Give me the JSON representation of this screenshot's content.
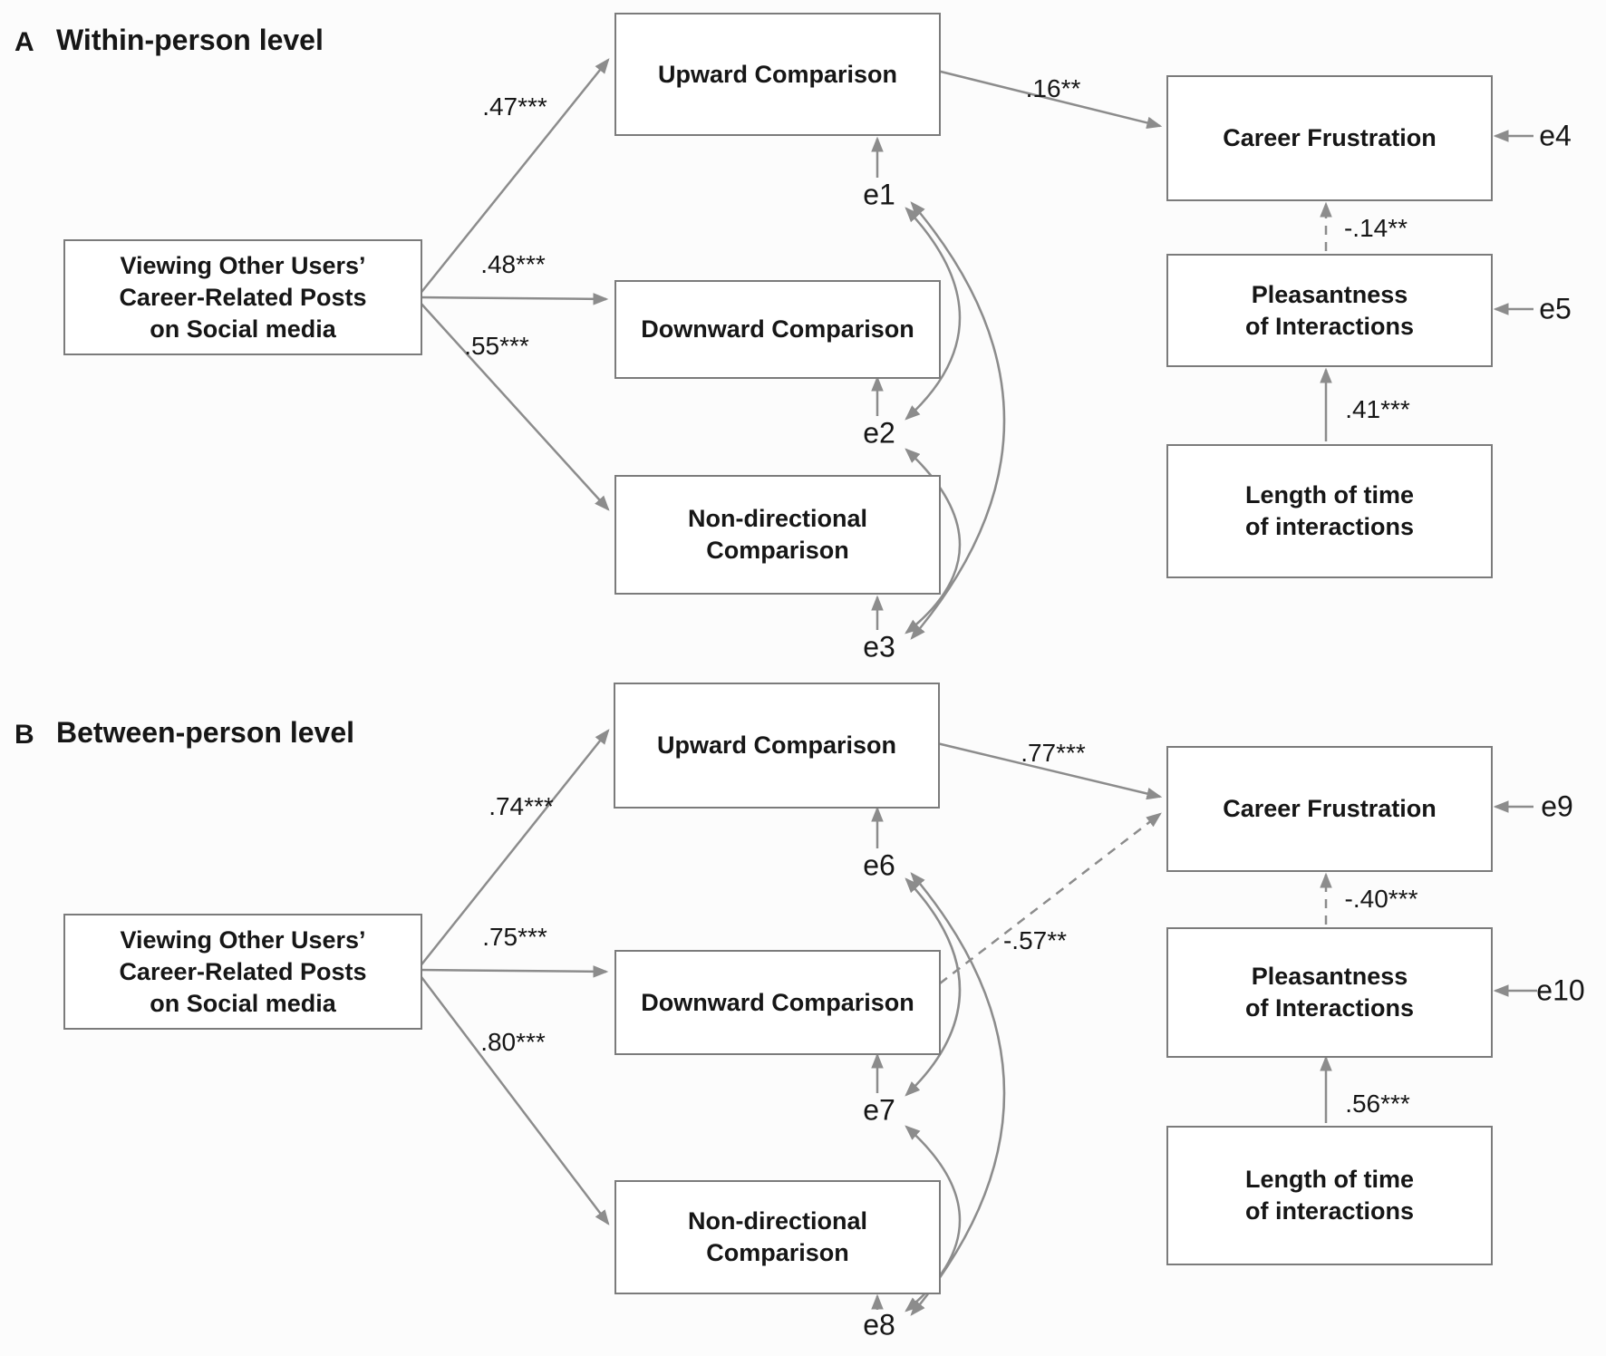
{
  "colors": {
    "wire": "#8c8c8c",
    "box_border": "#7b7b7b",
    "text": "#161616",
    "background": "#fcfcfc"
  },
  "panel_a": {
    "label": "A",
    "title": "Within-person level",
    "predictor_box": {
      "lines": [
        "Viewing Other Users’",
        "Career-Related Posts",
        "on Social media"
      ]
    },
    "upward_box": "Upward Comparison",
    "downward_box": "Downward Comparison",
    "nondirectional_box": {
      "lines": [
        "Non-directional",
        "Comparison"
      ]
    },
    "career_box": "Career Frustration",
    "pleasantness_box": {
      "lines": [
        "Pleasantness",
        "of Interactions"
      ]
    },
    "length_box": {
      "lines": [
        "Length of time",
        "of interactions"
      ]
    },
    "coefficients": {
      "predictor_to_upward": ".47***",
      "predictor_to_downward": ".48***",
      "predictor_to_nondirectional": ".55***",
      "upward_to_career": ".16**",
      "pleasantness_to_career": "-.14**",
      "length_to_pleasantness": ".41***"
    },
    "errors": {
      "e1": "e1",
      "e2": "e2",
      "e3": "e3",
      "e4": "e4",
      "e5": "e5"
    }
  },
  "panel_b": {
    "label": "B",
    "title": "Between-person level",
    "predictor_box": {
      "lines": [
        "Viewing Other Users’",
        "Career-Related Posts",
        "on Social media"
      ]
    },
    "upward_box": "Upward Comparison",
    "downward_box": "Downward Comparison",
    "nondirectional_box": {
      "lines": [
        "Non-directional",
        "Comparison"
      ]
    },
    "career_box": "Career Frustration",
    "pleasantness_box": {
      "lines": [
        "Pleasantness",
        "of Interactions"
      ]
    },
    "length_box": {
      "lines": [
        "Length of time",
        "of interactions"
      ]
    },
    "coefficients": {
      "predictor_to_upward": ".74***",
      "predictor_to_downward": ".75***",
      "predictor_to_nondirectional": ".80***",
      "upward_to_career": ".77***",
      "downward_to_career": "-.57**",
      "pleasantness_to_career": "-.40***",
      "length_to_pleasantness": ".56***"
    },
    "errors": {
      "e6": "e6",
      "e7": "e7",
      "e8": "e8",
      "e9": "e9",
      "e10": "e10"
    }
  }
}
